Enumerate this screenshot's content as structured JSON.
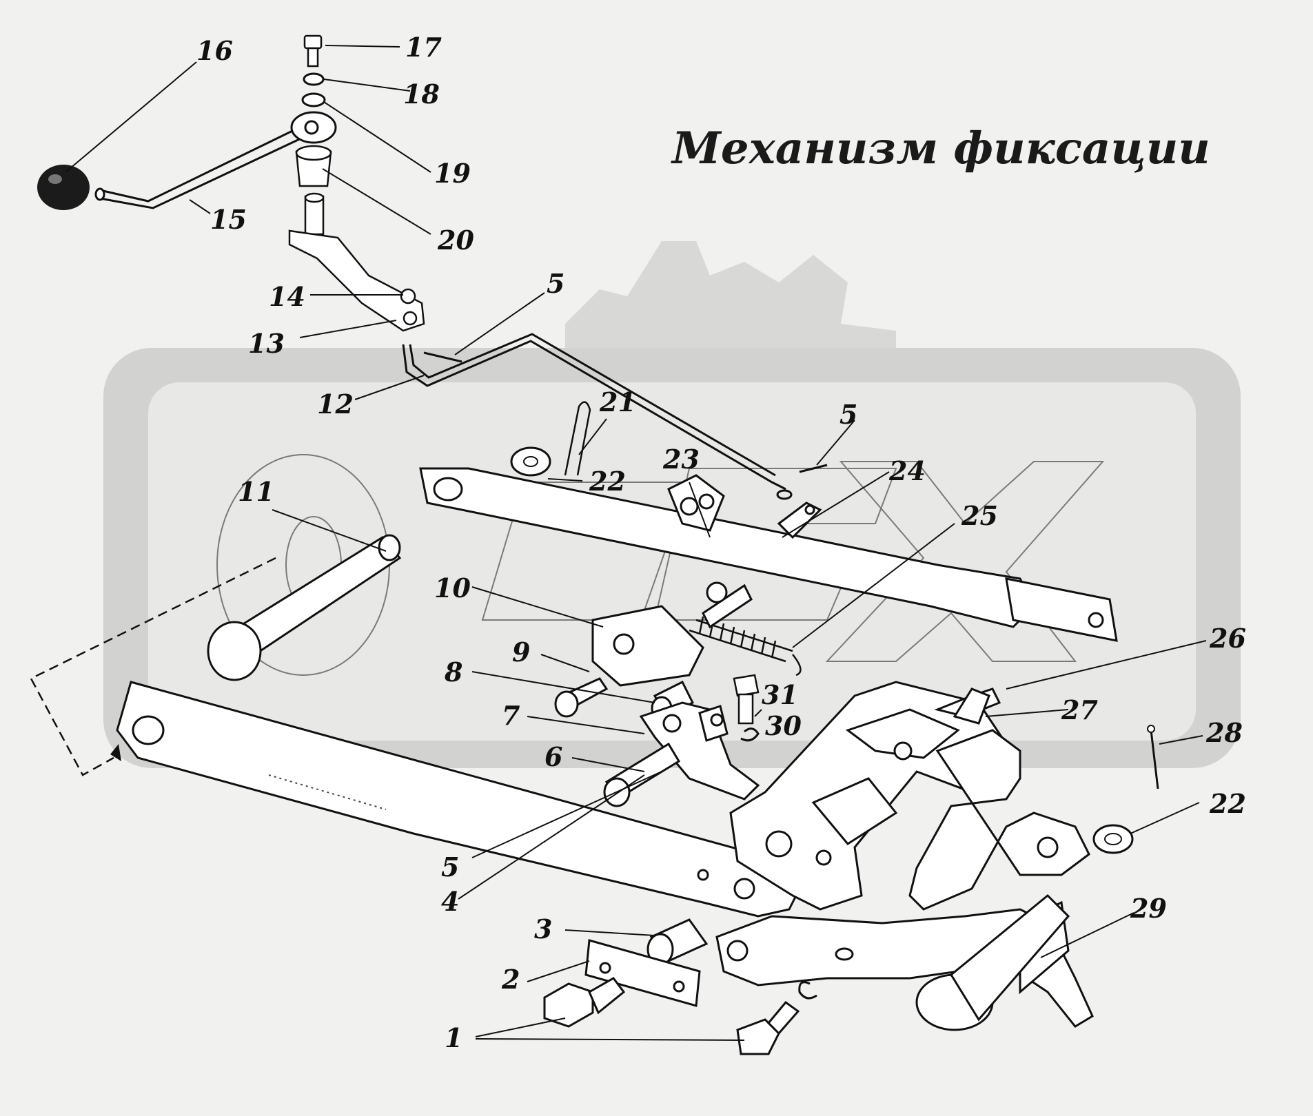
{
  "diagram": {
    "title": "Механизм фиксации",
    "watermark": "OPEX",
    "callouts": [
      {
        "id": "c16",
        "label": "16"
      },
      {
        "id": "c17",
        "label": "17"
      },
      {
        "id": "c18",
        "label": "18"
      },
      {
        "id": "c19",
        "label": "19"
      },
      {
        "id": "c20",
        "label": "20"
      },
      {
        "id": "c15",
        "label": "15"
      },
      {
        "id": "c14",
        "label": "14"
      },
      {
        "id": "c13",
        "label": "13"
      },
      {
        "id": "c5a",
        "label": "5"
      },
      {
        "id": "c12",
        "label": "12"
      },
      {
        "id": "c21",
        "label": "21"
      },
      {
        "id": "c22a",
        "label": "22"
      },
      {
        "id": "c23",
        "label": "23"
      },
      {
        "id": "c5b",
        "label": "5"
      },
      {
        "id": "c24",
        "label": "24"
      },
      {
        "id": "c25",
        "label": "25"
      },
      {
        "id": "c11",
        "label": "11"
      },
      {
        "id": "c10",
        "label": "10"
      },
      {
        "id": "c9",
        "label": "9"
      },
      {
        "id": "c8",
        "label": "8"
      },
      {
        "id": "c7",
        "label": "7"
      },
      {
        "id": "c6",
        "label": "6"
      },
      {
        "id": "c31",
        "label": "31"
      },
      {
        "id": "c30",
        "label": "30"
      },
      {
        "id": "c26",
        "label": "26"
      },
      {
        "id": "c27",
        "label": "27"
      },
      {
        "id": "c28",
        "label": "28"
      },
      {
        "id": "c22b",
        "label": "22"
      },
      {
        "id": "c29",
        "label": "29"
      },
      {
        "id": "c5c",
        "label": "5"
      },
      {
        "id": "c4",
        "label": "4"
      },
      {
        "id": "c3",
        "label": "3"
      },
      {
        "id": "c2",
        "label": "2"
      },
      {
        "id": "c1",
        "label": "1"
      }
    ]
  }
}
